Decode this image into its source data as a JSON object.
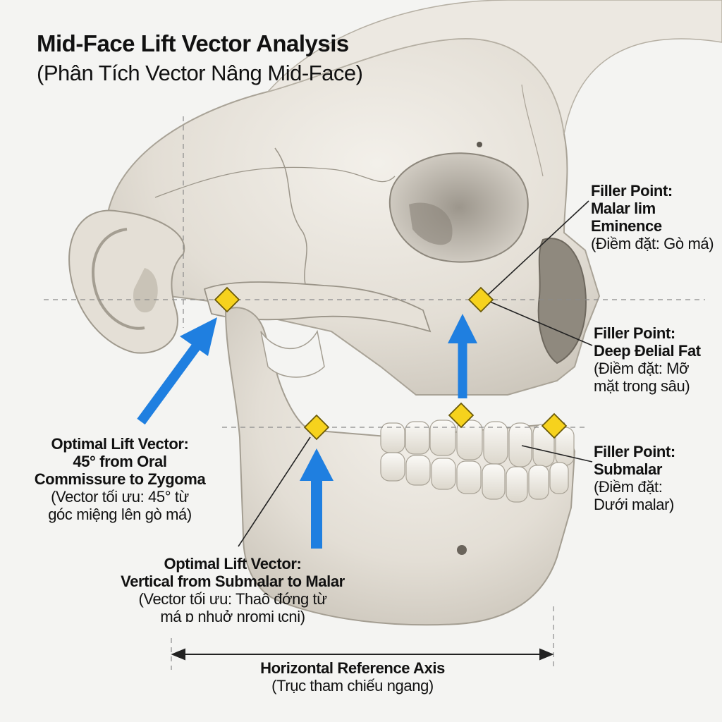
{
  "title": "Mid-Face Lift Vector Analysis",
  "subtitle": "(Phân Tích Vector Nâng Mid-Face)",
  "labels": {
    "malar": {
      "en": [
        "Filler Point:",
        "Malar lim",
        "Eminence"
      ],
      "vi": [
        "(Điềm đặt: Gò má)"
      ]
    },
    "deep": {
      "en": [
        "Filler Point:",
        "Deep Đelial Fat"
      ],
      "vi": [
        "(Điềm đặt: Mỡ",
        "mặt trong sâu)"
      ]
    },
    "submalar": {
      "en": [
        "Filler Point:",
        "Submalar"
      ],
      "vi": [
        "(Điềm đặt:",
        "Dưới malar)"
      ]
    },
    "vector45": {
      "en": [
        "Optimal Lift Vector:",
        "45° from Oral",
        "Commissure to Zygoma"
      ],
      "vi": [
        "(Vector tối ưu: 45° từ",
        "góc miệng lên gò má)"
      ]
    },
    "vectorVertical": {
      "en": [
        "Optimal Lift Vector:",
        "Vertical from Submalar to Malar"
      ],
      "vi": [
        "(Vector tối ưu: Thaô đớng từ",
        "má ɒ nhuở nromi ɩcni)"
      ]
    },
    "axis": {
      "en": [
        "Horizontal Reference Axis"
      ],
      "vi": [
        "(Trục tham chiếu ngang)"
      ]
    }
  },
  "colors": {
    "arrow": "#1f7fe0",
    "marker_fill": "#f6d21d",
    "marker_stroke": "#6b5a08",
    "bone": "#e8e4dc",
    "bone_shadow": "#b9b3a8",
    "guide": "#8a8a8a"
  }
}
